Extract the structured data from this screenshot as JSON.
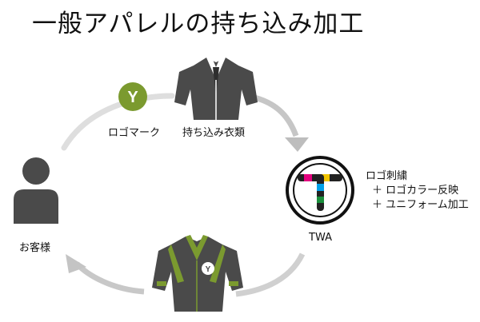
{
  "title": "一般アパレルの持ち込み加工",
  "labels": {
    "logo_mark": "ロゴマーク",
    "garment": "持ち込み衣類",
    "customer": "お客様",
    "twa": "TWA"
  },
  "logo_letter": "Y",
  "services": {
    "header": "ロゴ刺繍",
    "items": [
      "＋ ロゴカラー反映",
      "＋ ユニフォーム加工"
    ]
  },
  "colors": {
    "accent_green": "#7b9a2f",
    "jacket_gray": "#4a4a4a",
    "arrow_gray": "#cfcfcf"
  },
  "icons": [
    "logo-mark-icon",
    "jacket-icon",
    "person-icon",
    "twa-logo-icon",
    "uniform-jacket-icon",
    "arrow-icon"
  ]
}
